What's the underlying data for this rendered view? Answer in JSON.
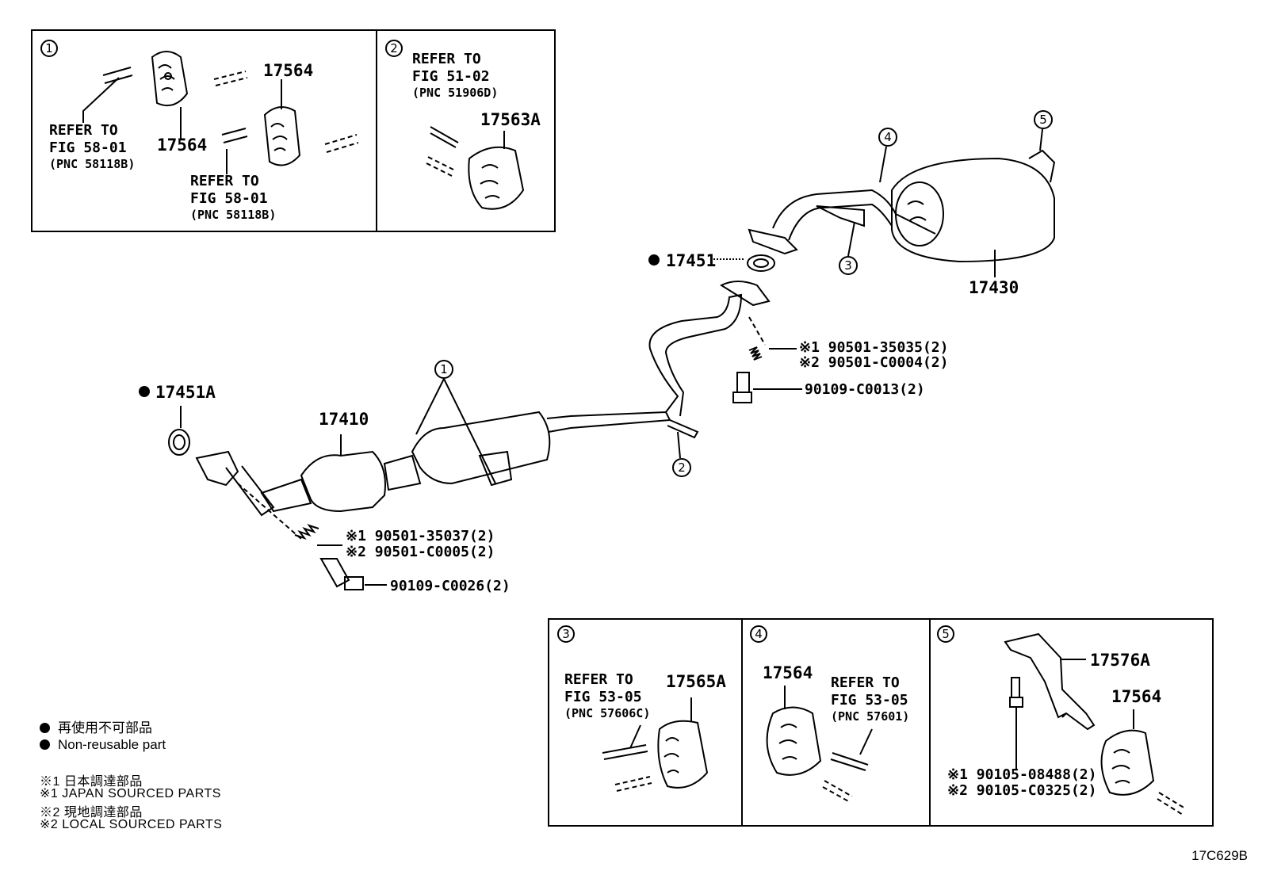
{
  "boxes": {
    "box1": {
      "number": "1",
      "part_a": "17564",
      "part_b": "17564",
      "ref_a": [
        "REFER TO",
        "FIG 58-01",
        "(PNC 58118B)"
      ],
      "ref_b": [
        "REFER TO",
        "FIG 58-01",
        "(PNC 58118B)"
      ]
    },
    "box2": {
      "number": "2",
      "part": "17563A",
      "ref": [
        "REFER TO",
        "FIG 51-02",
        "(PNC 51906D)"
      ]
    },
    "box3": {
      "number": "3",
      "part": "17565A",
      "ref": [
        "REFER TO",
        "FIG 53-05",
        "(PNC 57606C)"
      ]
    },
    "box4": {
      "number": "4",
      "part": "17564",
      "ref": [
        "REFER TO",
        "FIG 53-05",
        "(PNC 57601)"
      ]
    },
    "box5": {
      "number": "5",
      "part_bracket": "17576A",
      "part_hanger": "17564",
      "bolt_1": "※1 90105-08488(2)",
      "bolt_2": "※2 90105-C0325(2)"
    }
  },
  "main": {
    "gasket_front": "17451A",
    "gasket_rear": "17451",
    "front_pipe": "17410",
    "muffler": "17430",
    "spring_front_1": "※1 90501-35037(2)",
    "spring_front_2": "※2 90501-C0005(2)",
    "bolt_front": "90109-C0026(2)",
    "spring_rear_1": "※1 90501-35035(2)",
    "spring_rear_2": "※2 90501-C0004(2)",
    "bolt_rear": "90109-C0013(2)",
    "callouts": [
      "1",
      "2",
      "3",
      "4",
      "5"
    ]
  },
  "legend": {
    "nonreusable_jp": "再使用不可部品",
    "nonreusable_en": "Non-reusable part",
    "note1_jp": "※1  日本調達部品",
    "note1_en": "※1  JAPAN SOURCED PARTS",
    "note2_jp": "※2  現地調達部品",
    "note2_en": "※2  LOCAL SOURCED PARTS"
  },
  "figure_code": "17C629B"
}
